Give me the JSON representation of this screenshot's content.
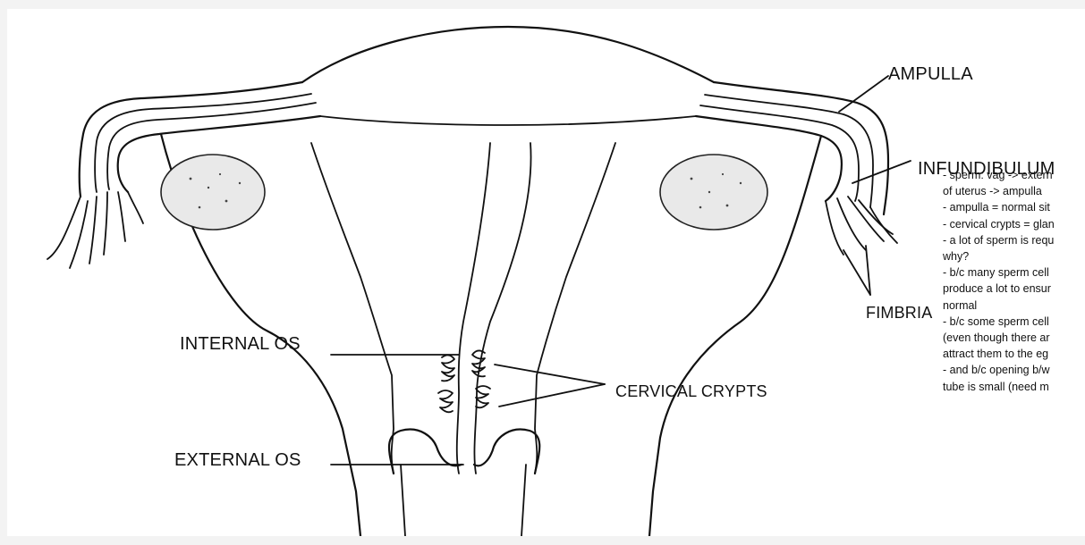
{
  "labels": {
    "ampulla": "AMPULLA",
    "infundibulum": "INFUNDIBULUM",
    "fimbria": "FIMBRIA",
    "internal_os": "INTERNAL OS",
    "external_os": "EXTERNAL OS",
    "cervical_crypts": "CERVICAL CRYPTS"
  },
  "notes": [
    "- sperm: vag -> extern",
    "of uterus -> ampulla",
    "- ampulla = normal sit",
    "- cervical crypts = glan",
    "- a lot of sperm is requ",
    "why?",
    "- b/c many sperm cell",
    "produce a lot to ensur",
    "normal",
    "- b/c some sperm cell",
    "(even though there ar",
    "attract them to the eg",
    "- and b/c opening b/w",
    "tube is small (need m"
  ]
}
